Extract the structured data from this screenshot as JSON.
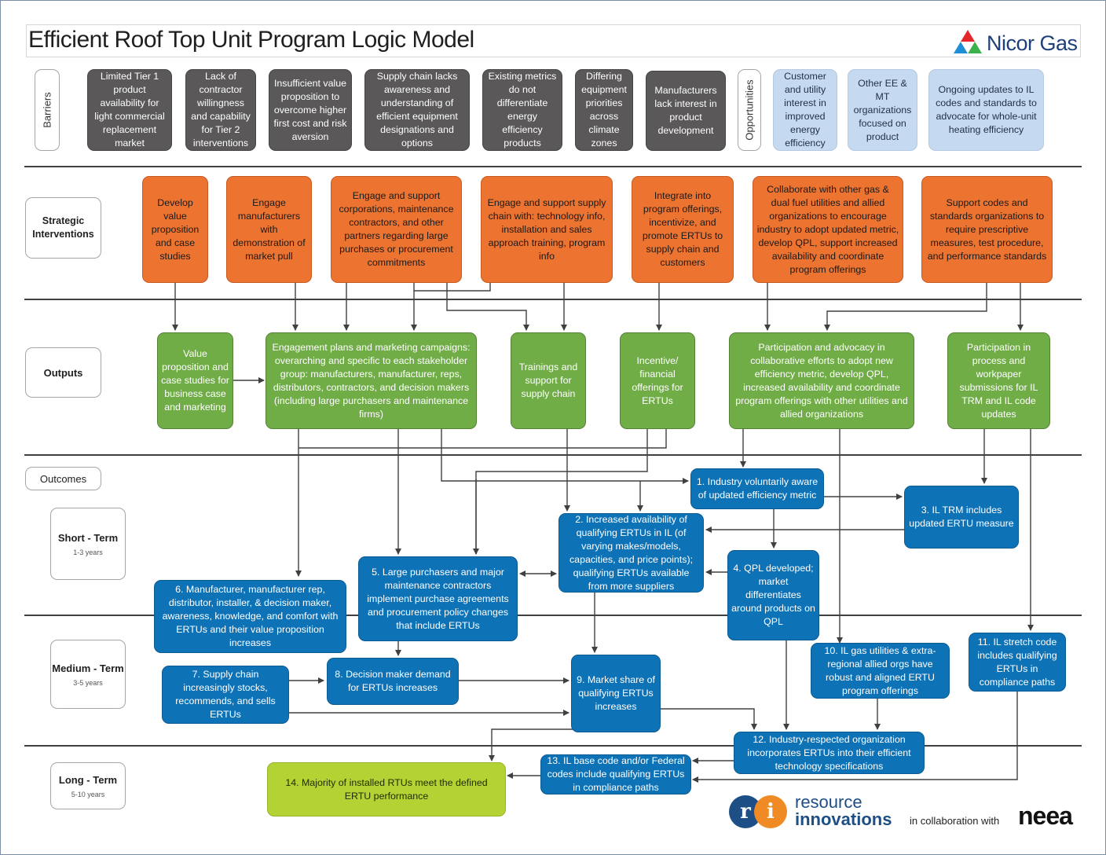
{
  "title": "Efficient Roof Top Unit Program Logic Model",
  "logos": {
    "nicor": "Nicor Gas",
    "ri_line1": "resource",
    "ri_line2": "innovations",
    "collab": "in collaboration with",
    "neea": "neea"
  },
  "colors": {
    "barrier": "#5a5858",
    "opportunity": "#c5d9f0",
    "intervention": "#ed7331",
    "output": "#70ad47",
    "outcome": "#0e72b7",
    "final": "#b3d334"
  },
  "rows": {
    "barriers": "Barriers",
    "opportunities": "Opportunities",
    "strategic": "Strategic Interventions",
    "outputs": "Outputs",
    "outcomes": "Outcomes",
    "short": {
      "label": "Short - Term",
      "years": "1-3 years"
    },
    "medium": {
      "label": "Medium - Term",
      "years": "3-5 years"
    },
    "long": {
      "label": "Long - Term",
      "years": "5-10 years"
    }
  },
  "barriers": [
    "Limited Tier 1 product availability for light commercial replacement market",
    "Lack of contractor willingness and capability for Tier 2 interventions",
    "Insufficient value proposition to overcome higher first cost and risk aversion",
    "Supply chain lacks awareness and understanding of efficient equipment designations and options",
    "Existing metrics do not differentiate energy efficiency products",
    "Differing equipment priorities across climate zones",
    "Manufacturers lack interest in product development"
  ],
  "opportunities": [
    "Customer and utility interest in improved energy efficiency",
    "Other EE & MT organizations focused on product",
    "Ongoing updates to IL codes and standards to advocate for whole-unit heating efficiency"
  ],
  "interventions": [
    "Develop value proposition and case studies",
    "Engage manufacturers with demonstration of market pull",
    "Engage and support corporations, maintenance contractors, and other partners regarding large purchases or procurement commitments",
    "Engage and support supply chain with: technology info, installation and sales approach training, program info",
    "Integrate into program offerings, incentivize, and promote ERTUs to supply chain and customers",
    "Collaborate with other gas & dual fuel utilities and allied organizations to encourage industry to adopt updated metric, develop QPL, support increased availability and coordinate program offerings",
    "Support codes and standards organizations to require prescriptive measures, test procedure, and performance standards"
  ],
  "outputs": [
    "Value proposition and case studies for business case and marketing",
    "Engagement plans and marketing campaigns: overarching and specific to each stakeholder group: manufacturers, manufacturer, reps, distributors, contractors, and decision makers (including large purchasers and maintenance firms)",
    "Trainings and support for supply chain",
    "Incentive/ financial offerings for ERTUs",
    "Participation and advocacy in collaborative efforts to adopt new efficiency metric, develop QPL, increased availability and coordinate program offerings with other utilities and allied organizations",
    "Participation in process and workpaper submissions for IL TRM and IL code updates"
  ],
  "outcomes": {
    "o1": "1. Industry voluntarily aware of updated efficiency metric",
    "o2": "2. Increased availability of qualifying ERTUs in IL (of varying makes/models, capacities, and price points); qualifying ERTUs available from more suppliers",
    "o3": "3. IL TRM includes updated ERTU measure",
    "o4": "4. QPL developed; market differentiates around products on QPL",
    "o5": "5. Large purchasers and major maintenance contractors implement purchase agreements and procurement policy changes that include ERTUs",
    "o6": "6. Manufacturer, manufacturer rep, distributor, installer, & decision maker, awareness, knowledge, and comfort with ERTUs and their value proposition increases",
    "o7": "7. Supply chain increasingly stocks, recommends, and sells ERTUs",
    "o8": "8. Decision maker demand for ERTUs increases",
    "o9": "9. Market share of qualifying ERTUs increases",
    "o10": "10. IL gas utilities & extra-regional allied orgs have robust and aligned ERTU program offerings",
    "o11": "11. IL stretch code includes qualifying ERTUs in compliance paths",
    "o12": "12. Industry-respected organization incorporates ERTUs into their efficient technology specifications",
    "o13": "13. IL base code and/or Federal codes include qualifying ERTUs in compliance paths",
    "o14": "14. Majority of installed RTUs meet the defined ERTU performance"
  }
}
